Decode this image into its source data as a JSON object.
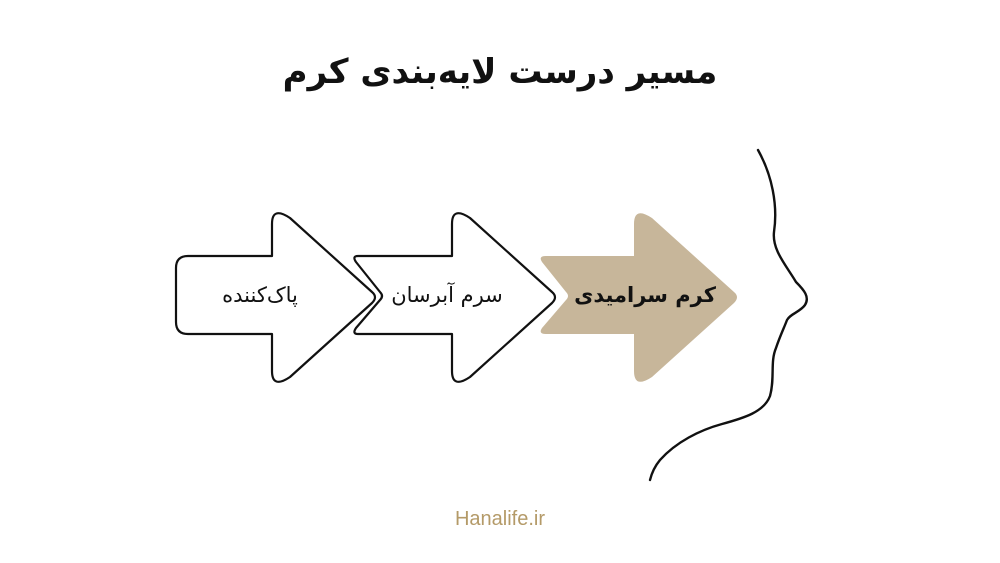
{
  "title": "مسیر درست لایه‌بندی کرم",
  "steps": [
    {
      "label": "پاک‌کننده",
      "style": "outline"
    },
    {
      "label": "سرم آبرسان",
      "style": "outline"
    },
    {
      "label": "کرم سرامیدی",
      "style": "filled"
    }
  ],
  "colors": {
    "outline": "#111111",
    "highlight_fill": "#c7b69a",
    "footer": "#b49a68"
  },
  "footer": "Hanalife.ir"
}
